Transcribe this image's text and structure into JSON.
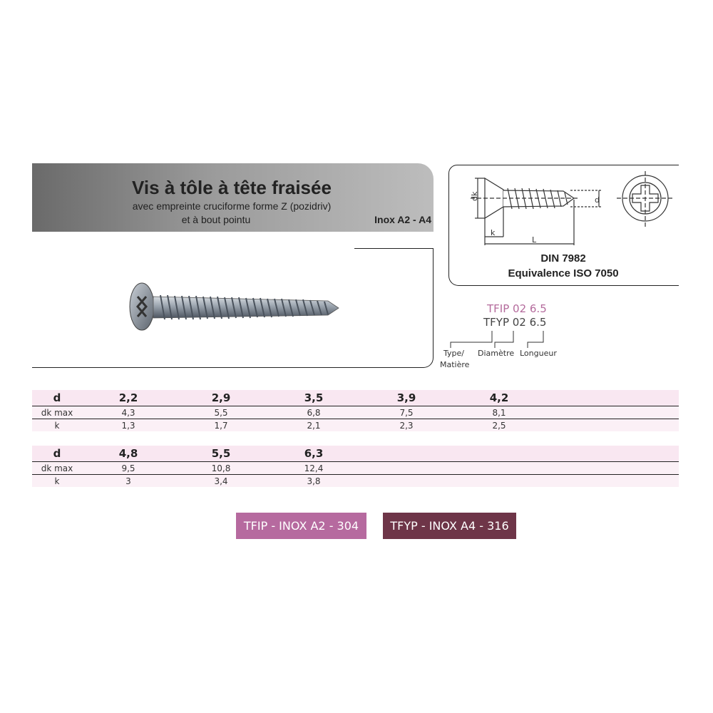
{
  "header": {
    "title": "Vis à tôle à tête fraisée",
    "subtitle_line1": "avec empreinte cruciforme forme Z (pozidriv)",
    "subtitle_line2": "et à bout pointu",
    "material": "Inox A2 - A4"
  },
  "diagram": {
    "labels": {
      "dk": "dk",
      "d": "d",
      "k": "k",
      "L": "L"
    },
    "standard": "DIN 7982",
    "equivalence": "Equivalence ISO 7050"
  },
  "reference": {
    "code_a2": "TFIP 02 6.5",
    "code_a4": "TFYP 02  6.5",
    "caption_type": "Type/",
    "caption_material": "Matière",
    "caption_diameter": "Diamètre",
    "caption_length": "Longueur"
  },
  "tables": [
    {
      "header_label": "d",
      "columns": [
        "2,2",
        "2,9",
        "3,5",
        "3,9",
        "4,2"
      ],
      "rows": [
        {
          "label": "dk max",
          "values": [
            "4,3",
            "5,5",
            "6,8",
            "7,5",
            "8,1"
          ]
        },
        {
          "label": "k",
          "values": [
            "1,3",
            "1,7",
            "2,1",
            "2,3",
            "2,5"
          ]
        }
      ]
    },
    {
      "header_label": "d",
      "columns": [
        "4,8",
        "5,5",
        "6,3",
        "",
        ""
      ],
      "rows": [
        {
          "label": "dk max",
          "values": [
            "9,5",
            "10,8",
            "12,4",
            "",
            ""
          ]
        },
        {
          "label": "k",
          "values": [
            "3",
            "3,4",
            "3,8",
            "",
            ""
          ]
        }
      ]
    }
  ],
  "badges": {
    "a2": {
      "label": "TFIP - INOX A2 - 304",
      "color": "#b66a9f"
    },
    "a4": {
      "label": "TFYP - INOX A4 - 316",
      "color": "#6e3548"
    }
  },
  "colors": {
    "table_header_bg": "#f9e7f1",
    "table_row_bg": "#fbf0f6",
    "code_a2_color": "#b46a9c"
  }
}
